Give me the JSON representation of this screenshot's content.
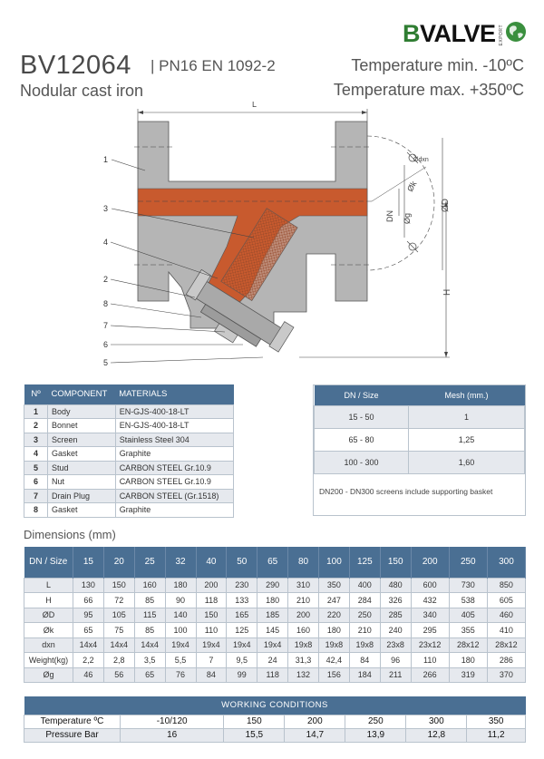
{
  "header": {
    "brand": "BVALVE",
    "brand_sub": "EXPORT",
    "code": "BV12064",
    "norm": "| PN16 EN 1092-2",
    "material": "Nodular cast iron",
    "temp_min": "Temperature min.  -10ºC",
    "temp_max": "Temperature max. +350ºC"
  },
  "drawing": {
    "dim_L": "L",
    "dim_H": "H",
    "dim_DN": "DN",
    "dim_g": "Øg",
    "dim_k": "Øk",
    "dim_D": "ØD",
    "dim_dxn": "Ødxn",
    "callouts": [
      "1",
      "3",
      "4",
      "2",
      "8",
      "7",
      "6",
      "5"
    ]
  },
  "components": {
    "headers": [
      "Nº",
      "COMPONENT",
      "MATERIALS"
    ],
    "rows": [
      [
        "1",
        "Body",
        "EN-GJS-400-18-LT"
      ],
      [
        "2",
        "Bonnet",
        "EN-GJS-400-18-LT"
      ],
      [
        "3",
        "Screen",
        "Stainless Steel 304"
      ],
      [
        "4",
        "Gasket",
        "Graphite"
      ],
      [
        "5",
        "Stud",
        "CARBON STEEL Gr.10.9"
      ],
      [
        "6",
        "Nut",
        "CARBON STEEL Gr.10.9"
      ],
      [
        "7",
        "Drain Plug",
        "CARBON STEEL (Gr.1518)"
      ],
      [
        "8",
        "Gasket",
        "Graphite"
      ]
    ]
  },
  "mesh": {
    "headers": [
      "DN / Size",
      "Mesh (mm.)"
    ],
    "rows": [
      [
        "15 - 50",
        "1"
      ],
      [
        "65 - 80",
        "1,25"
      ],
      [
        "100 - 300",
        "1,60"
      ]
    ],
    "note": "DN200 - DN300 screens include supporting basket"
  },
  "dimensions": {
    "title": "Dimensions (mm)",
    "headers": [
      "DN / Size",
      "15",
      "20",
      "25",
      "32",
      "40",
      "50",
      "65",
      "80",
      "100",
      "125",
      "150",
      "200",
      "250",
      "300"
    ],
    "rows": [
      [
        "L",
        "130",
        "150",
        "160",
        "180",
        "200",
        "230",
        "290",
        "310",
        "350",
        "400",
        "480",
        "600",
        "730",
        "850"
      ],
      [
        "H",
        "66",
        "72",
        "85",
        "90",
        "118",
        "133",
        "180",
        "210",
        "247",
        "284",
        "326",
        "432",
        "538",
        "605"
      ],
      [
        "ØD",
        "95",
        "105",
        "115",
        "140",
        "150",
        "165",
        "185",
        "200",
        "220",
        "250",
        "285",
        "340",
        "405",
        "460"
      ],
      [
        "Øk",
        "65",
        "75",
        "85",
        "100",
        "110",
        "125",
        "145",
        "160",
        "180",
        "210",
        "240",
        "295",
        "355",
        "410"
      ],
      [
        "dxn",
        "14x4",
        "14x4",
        "14x4",
        "19x4",
        "19x4",
        "19x4",
        "19x4",
        "19x8",
        "19x8",
        "19x8",
        "23x8",
        "23x12",
        "28x12",
        "28x12"
      ],
      [
        "Weight(kg)",
        "2,2",
        "2,8",
        "3,5",
        "5,5",
        "7",
        "9,5",
        "24",
        "31,3",
        "42,4",
        "84",
        "96",
        "110",
        "180",
        "286"
      ],
      [
        "Øg",
        "46",
        "56",
        "65",
        "76",
        "84",
        "99",
        "118",
        "132",
        "156",
        "184",
        "211",
        "266",
        "319",
        "370"
      ]
    ]
  },
  "working": {
    "title": "WORKING  CONDITIONS",
    "rows": [
      [
        "Temperature ºC",
        "-10/120",
        "150",
        "200",
        "250",
        "300",
        "350"
      ],
      [
        "Pressure Bar",
        "16",
        "15,5",
        "14,7",
        "13,9",
        "12,8",
        "11,2"
      ]
    ]
  },
  "colors": {
    "header_blue": "#4a6f93",
    "row_alt": "#e6e9ee",
    "body_grey": "#b3b3b3",
    "flow_orange": "#c85a2e",
    "brand_green": "#2f7d32"
  }
}
